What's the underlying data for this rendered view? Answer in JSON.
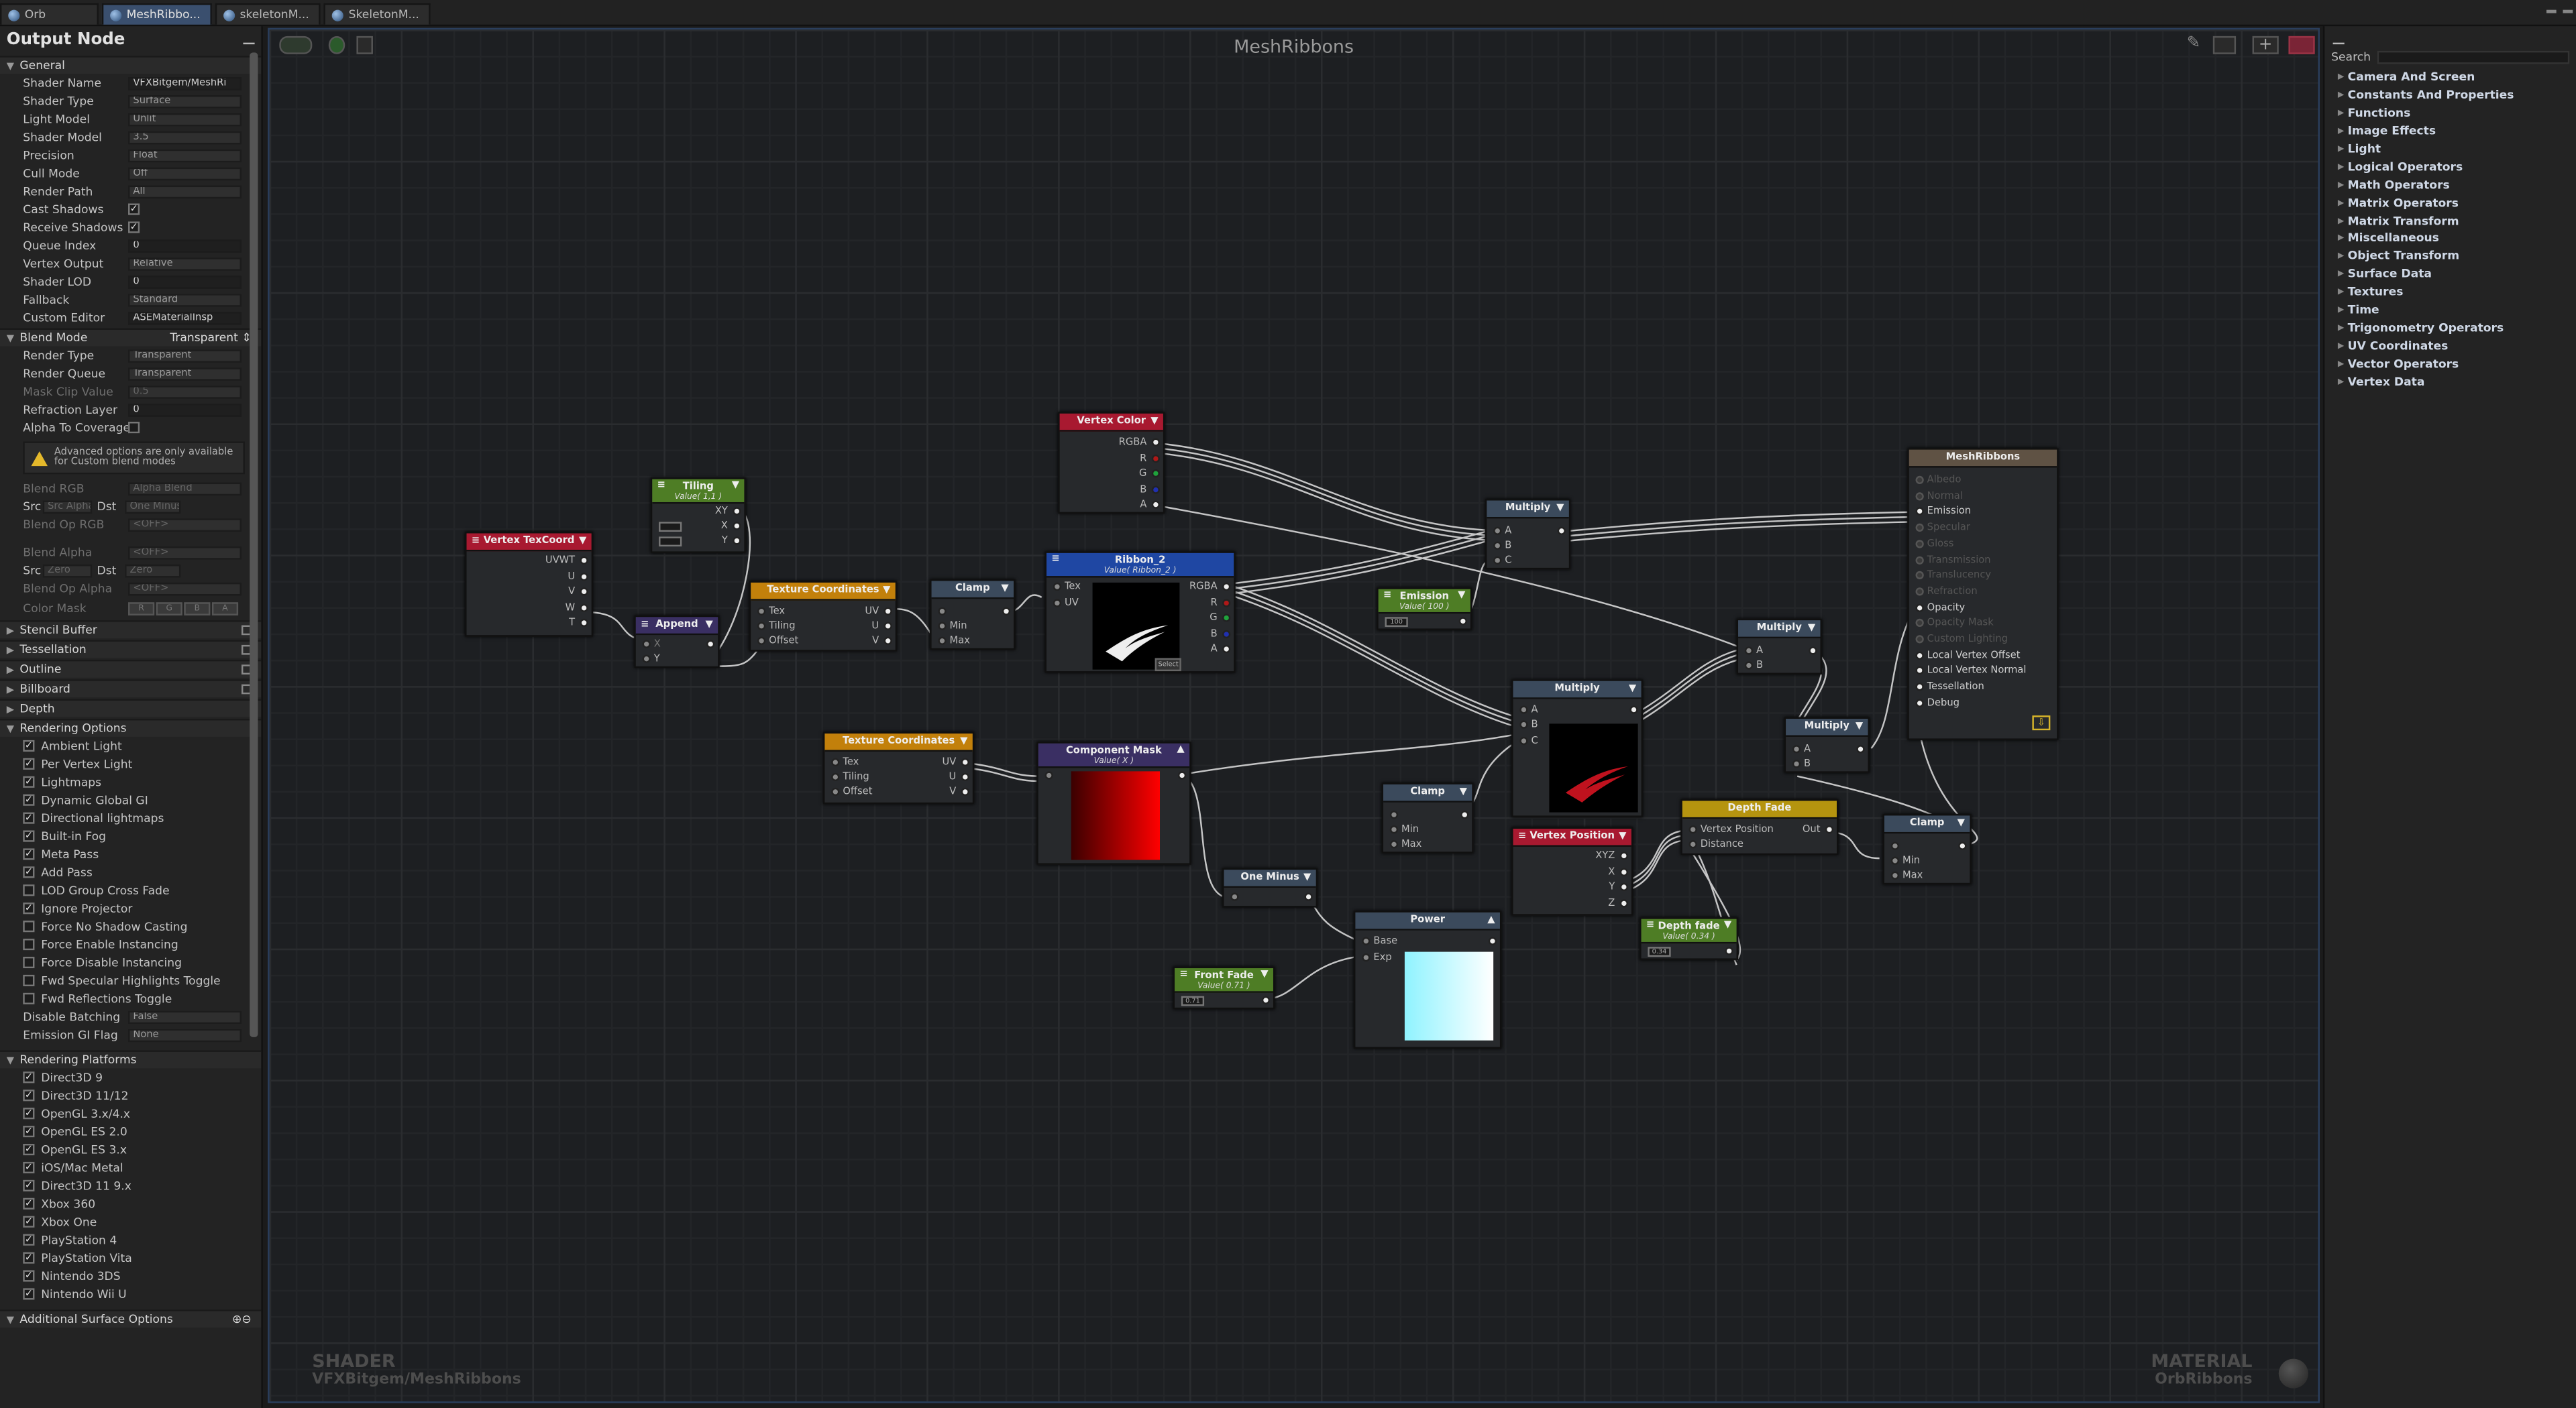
{
  "tabs": [
    {
      "label": "Orb",
      "active": false
    },
    {
      "label": "MeshRibbo...",
      "active": true
    },
    {
      "label": "skeletonM...",
      "active": false
    },
    {
      "label": "SkeletonM...",
      "active": false
    }
  ],
  "left": {
    "title": "Output Node",
    "general_label": "General",
    "rows": [
      {
        "label": "Shader Name",
        "value": "VFXBitgem/MeshRi"
      },
      {
        "label": "Shader Type",
        "value": "Surface"
      },
      {
        "label": "Light Model",
        "value": "Unlit"
      },
      {
        "label": "Shader Model",
        "value": "3.5"
      },
      {
        "label": "Precision",
        "value": "Float"
      },
      {
        "label": "Cull Mode",
        "value": "Off"
      },
      {
        "label": "Render Path",
        "value": "All"
      },
      {
        "label": "Cast Shadows",
        "value": "✓"
      },
      {
        "label": "Receive Shadows",
        "value": "✓"
      },
      {
        "label": "Queue Index",
        "value": "0"
      },
      {
        "label": "Vertex Output",
        "value": "Relative"
      },
      {
        "label": "Shader LOD",
        "value": "0"
      },
      {
        "label": "Fallback",
        "value": "Standard"
      },
      {
        "label": "Custom Editor",
        "value": "ASEMaterialInsp"
      }
    ],
    "blend_mode_label": "Blend Mode",
    "blend_mode_value": "Transparent",
    "blend_rows": [
      {
        "label": "Render Type",
        "value": "Transparent"
      },
      {
        "label": "Render Queue",
        "value": "Transparent"
      },
      {
        "label": "Mask Clip Value",
        "value": "0.5"
      },
      {
        "label": "Refraction Layer",
        "value": "0"
      },
      {
        "label": "Alpha To Coverage",
        "value": ""
      }
    ],
    "warning": "Advanced options are only available for Custom blend modes",
    "adv_rows": [
      {
        "label": "Blend RGB",
        "value": "Alpha Blend"
      },
      {
        "label": "Src",
        "value": "Src Alpha",
        "label2": "Dst",
        "value2": "One Minus"
      },
      {
        "label": "Blend Op RGB",
        "value": "<OFF>"
      },
      {
        "label": "Blend Alpha",
        "value": "<OFF>"
      },
      {
        "label": "Src",
        "value": "Zero",
        "label2": "Dst",
        "value2": "Zero"
      },
      {
        "label": "Blend Op Alpha",
        "value": "<OFF>"
      }
    ],
    "color_mask_label": "Color Mask",
    "color_mask": [
      "R",
      "G",
      "B",
      "A"
    ],
    "collapsed_sections": [
      "Stencil Buffer",
      "Tessellation",
      "Outline",
      "Billboard",
      "Depth"
    ],
    "rendering_options_label": "Rendering Options",
    "rendering_options": [
      {
        "label": "Ambient Light",
        "checked": true
      },
      {
        "label": "Per Vertex Light",
        "checked": true
      },
      {
        "label": "Lightmaps",
        "checked": true
      },
      {
        "label": "Dynamic Global GI",
        "checked": true
      },
      {
        "label": "Directional lightmaps",
        "checked": true
      },
      {
        "label": "Built-in Fog",
        "checked": true
      },
      {
        "label": "Meta Pass",
        "checked": true
      },
      {
        "label": "Add Pass",
        "checked": true
      },
      {
        "label": "LOD Group Cross Fade",
        "checked": false
      },
      {
        "label": "Ignore Projector",
        "checked": true
      },
      {
        "label": "Force No Shadow Casting",
        "checked": false
      },
      {
        "label": "Force Enable Instancing",
        "checked": false
      },
      {
        "label": "Force Disable Instancing",
        "checked": false
      },
      {
        "label": "Fwd Specular Highlights Toggle",
        "checked": false
      },
      {
        "label": "Fwd Reflections Toggle",
        "checked": false
      }
    ],
    "disable_batching_label": "Disable Batching",
    "disable_batching_value": "False",
    "emission_gi_label": "Emission GI Flag",
    "emission_gi_value": "None",
    "rendering_platforms_label": "Rendering Platforms",
    "platforms": [
      "Direct3D 9",
      "Direct3D 11/12",
      "OpenGL 3.x/4.x",
      "OpenGL ES 2.0",
      "OpenGL ES 3.x",
      "iOS/Mac Metal",
      "Direct3D 11 9.x",
      "Xbox 360",
      "Xbox One",
      "PlayStation 4",
      "PlayStation Vita",
      "Nintendo 3DS",
      "Nintendo Wii U"
    ],
    "additional_label": "Additional Surface Options"
  },
  "canvas": {
    "title": "MeshRibbons",
    "shader_label": "SHADER",
    "shader_path": "VFXBitgem/MeshRibbons",
    "material_label": "MATERIAL",
    "material_name": "OrbRibbons"
  },
  "nodes": {
    "vertex_texcoord": {
      "title": "Vertex TexCoord",
      "ports": [
        "UVWT",
        "U",
        "V",
        "W",
        "T"
      ]
    },
    "tiling": {
      "title": "Tiling",
      "sub": "Value( 1,1 )",
      "ports": [
        "XY",
        "X",
        "Y"
      ]
    },
    "append": {
      "title": "Append",
      "ports": [
        "X",
        "Y"
      ]
    },
    "texcoord1": {
      "title": "Texture Coordinates",
      "ports": [
        "Tex",
        "Tiling",
        "Offset"
      ],
      "outs": [
        "UV",
        "U",
        "V"
      ]
    },
    "clamp1": {
      "title": "Clamp",
      "ports": [
        "Min",
        "Max"
      ]
    },
    "vertex_color": {
      "title": "Vertex Color",
      "ports": [
        "RGBA",
        "R",
        "G",
        "B",
        "A"
      ]
    },
    "ribbon": {
      "title": "Ribbon_2",
      "sub": "Value( Ribbon_2 )",
      "ports": [
        "Tex",
        "UV"
      ],
      "outs": [
        "RGBA",
        "R",
        "G",
        "B",
        "A"
      ],
      "select": "Select"
    },
    "multiply1": {
      "title": "Multiply",
      "ports": [
        "A",
        "B",
        "C"
      ]
    },
    "emission": {
      "title": "Emission",
      "sub": "Value( 100 )",
      "value": "100"
    },
    "mesh_ribbons": {
      "title": "MeshRibbons",
      "ports": [
        {
          "label": "Albedo",
          "on": false
        },
        {
          "label": "Normal",
          "on": false
        },
        {
          "label": "Emission",
          "on": true
        },
        {
          "label": "Specular",
          "on": false
        },
        {
          "label": "Gloss",
          "on": false
        },
        {
          "label": "Transmission",
          "on": false
        },
        {
          "label": "Translucency",
          "on": false
        },
        {
          "label": "Refraction",
          "on": false
        },
        {
          "label": "Opacity",
          "on": true
        },
        {
          "label": "Opacity Mask",
          "on": false
        },
        {
          "label": "Custom Lighting",
          "on": false
        },
        {
          "label": "Local Vertex Offset",
          "on": true
        },
        {
          "label": "Local Vertex Normal",
          "on": true
        },
        {
          "label": "Tessellation",
          "on": true
        },
        {
          "label": "Debug",
          "on": true
        }
      ]
    },
    "multiply2": {
      "title": "Multiply",
      "ports": [
        "A",
        "B"
      ]
    },
    "multiply3": {
      "title": "Multiply",
      "ports": [
        "A",
        "B",
        "C"
      ]
    },
    "multiply4": {
      "title": "Multiply",
      "ports": [
        "A",
        "B"
      ]
    },
    "texcoord2": {
      "title": "Texture Coordinates",
      "ports": [
        "Tex",
        "Tiling",
        "Offset"
      ],
      "outs": [
        "UV",
        "U",
        "V"
      ]
    },
    "component_mask": {
      "title": "Component Mask",
      "sub": "Value( X )"
    },
    "clamp2": {
      "title": "Clamp",
      "ports": [
        "Min",
        "Max"
      ]
    },
    "vertex_position": {
      "title": "Vertex Position",
      "ports": [
        "XYZ",
        "X",
        "Y",
        "Z"
      ]
    },
    "depth_fade": {
      "title": "Depth Fade",
      "ports": [
        "Vertex Position",
        "Distance"
      ],
      "out": "Out"
    },
    "clamp3": {
      "title": "Clamp",
      "ports": [
        "Min",
        "Max"
      ]
    },
    "one_minus": {
      "title": "One Minus"
    },
    "power": {
      "title": "Power",
      "ports": [
        "Base",
        "Exp"
      ]
    },
    "front_fade": {
      "title": "Front Fade",
      "sub": "Value( 0.71 )",
      "value": "0.71"
    },
    "depth_fade_val": {
      "title": "Depth fade",
      "sub": "Value( 0.34 )",
      "value": "0.34"
    }
  },
  "right": {
    "search_label": "Search",
    "categories": [
      "Camera And Screen",
      "Constants And Properties",
      "Functions",
      "Image Effects",
      "Light",
      "Logical Operators",
      "Math Operators",
      "Matrix Operators",
      "Matrix Transform",
      "Miscellaneous",
      "Object Transform",
      "Surface Data",
      "Textures",
      "Time",
      "Trigonometry Operators",
      "UV Coordinates",
      "Vector Operators",
      "Vertex Data"
    ]
  },
  "colors": {
    "accent": "#3a4f6e",
    "red_node": "#a81930",
    "green_node": "#4e7d25",
    "orange_node": "#c2800b",
    "slate_node": "#3b4a5c",
    "blue_node": "#1f47a3",
    "gold_node": "#b5940f"
  }
}
